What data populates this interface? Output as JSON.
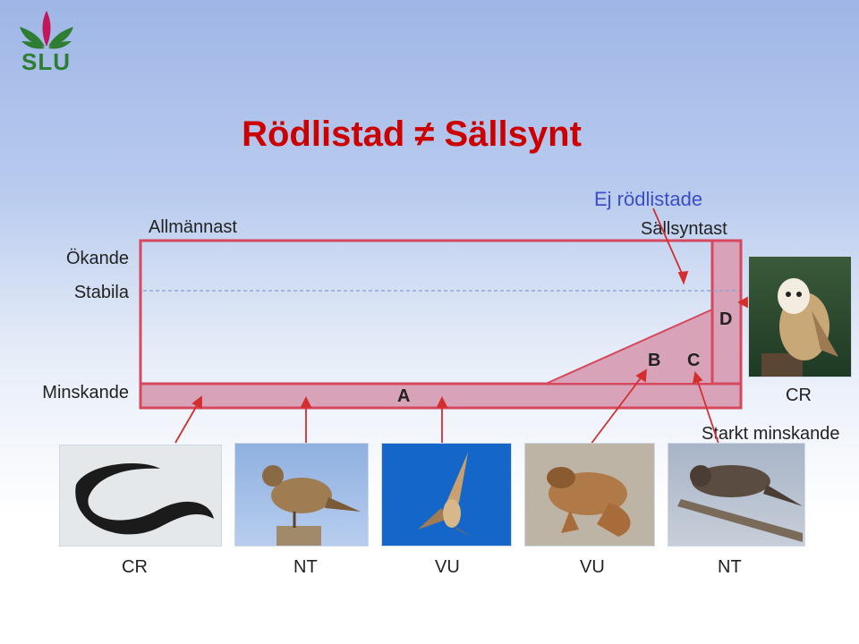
{
  "logo": {
    "text": "SLU"
  },
  "title": "Rödlistad ≠ Sällsynt",
  "labels": {
    "increasing": "Ökande",
    "stable": "Stabila",
    "decreasing": "Minskande",
    "most_common": "Allmännast",
    "not_redlisted": "Ej rödlistade",
    "rarest": "Sällsyntast",
    "strongly_decreasing": "Starkt minskande",
    "cr_right": "CR"
  },
  "zones": {
    "a": "A",
    "b": "B",
    "c": "C",
    "d": "D"
  },
  "species": [
    {
      "name": "eel",
      "category": "CR"
    },
    {
      "name": "lark",
      "category": "NT"
    },
    {
      "name": "hawk",
      "category": "VU"
    },
    {
      "name": "frog",
      "category": "VU"
    },
    {
      "name": "nightjar",
      "category": "NT"
    }
  ],
  "owl": {
    "name": "owl"
  },
  "colors": {
    "title": "#cc0000",
    "box": "#d6485e",
    "fill": "#d8a3b8",
    "arrow": "#d32f2f"
  }
}
